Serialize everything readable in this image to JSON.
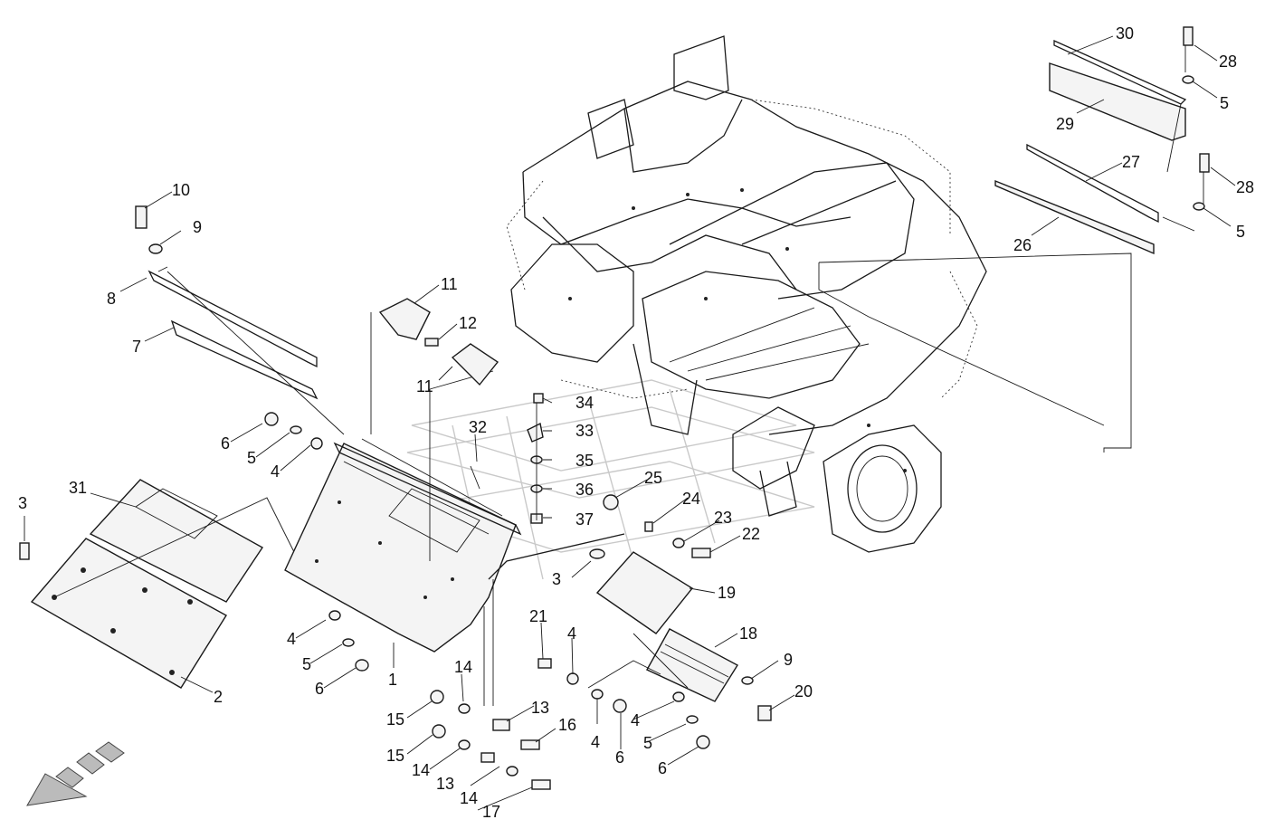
{
  "callouts": [
    "1",
    "2",
    "3",
    "3",
    "4",
    "4",
    "4",
    "4",
    "4",
    "5",
    "5",
    "5",
    "5",
    "5",
    "6",
    "6",
    "6",
    "6",
    "7",
    "8",
    "9",
    "9",
    "10",
    "11",
    "11",
    "12",
    "13",
    "13",
    "14",
    "14",
    "14",
    "15",
    "15",
    "16",
    "17",
    "18",
    "19",
    "20",
    "21",
    "22",
    "23",
    "24",
    "25",
    "26",
    "27",
    "28",
    "28",
    "29",
    "30",
    "31",
    "32",
    "33",
    "34",
    "35",
    "36",
    "37"
  ],
  "colors": {
    "line": "#1a1a1a",
    "watermark": "#c9c9c9",
    "background": "#ffffff"
  },
  "icons": {
    "direction": "front-direction-arrow-icon"
  }
}
